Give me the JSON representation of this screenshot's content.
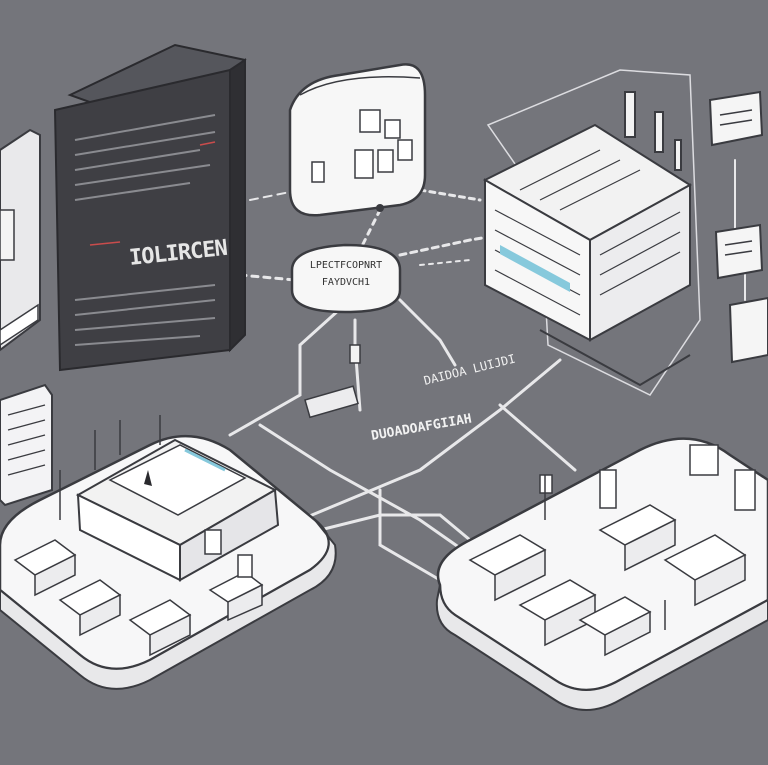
{
  "labels": {
    "server": "IOLIRCEN",
    "hub_line1": "LPECTFCOPNRT",
    "hub_line2": "FAYDVCH1",
    "mid_label": "DUOADOAFGIIAH",
    "upper_label": "DAIDOA LUIJDI"
  },
  "colors": {
    "background": "#74757b",
    "line": "#e8e8ea",
    "stroke": "#3a3b40",
    "fill": "#f4f4f4",
    "server": "#3f3f44",
    "accent_cyan": "#86c9dc",
    "accent_red": "#c94c4c"
  },
  "icons": [
    "server-tower-icon",
    "network-hub-icon",
    "terminal-box-icon",
    "factory-building-icon",
    "office-floor-icon",
    "data-cabinet-icon",
    "sign-board-icon"
  ]
}
